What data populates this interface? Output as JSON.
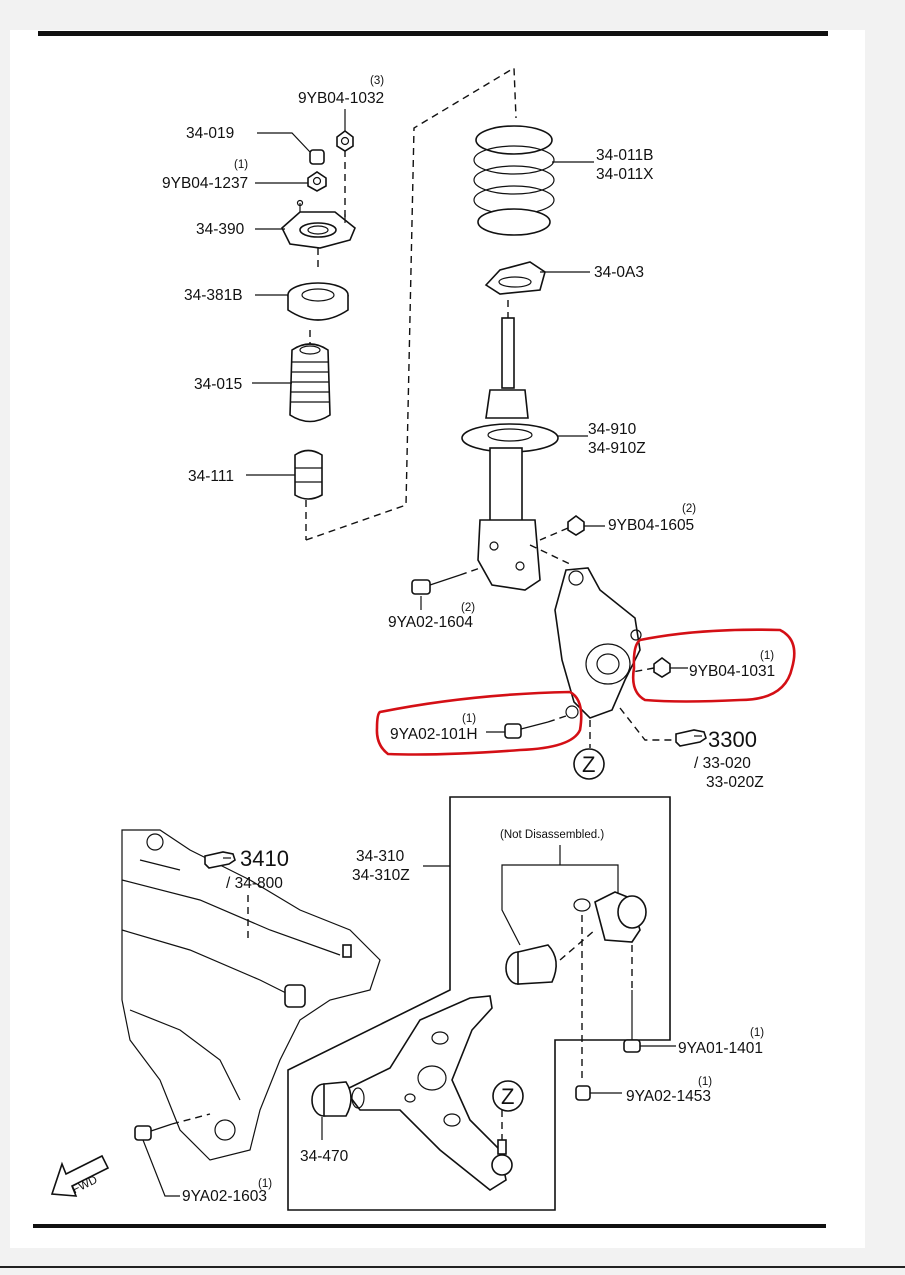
{
  "note": "(Not Disassembled.)",
  "fwd": "FWD",
  "z_marker": "Z",
  "refs": {
    "r3300": {
      "num": "3300",
      "lines": [
        "/ 33-020",
        "33-020Z"
      ]
    },
    "r3410": {
      "num": "3410",
      "lines": [
        "/ 34-800"
      ]
    }
  },
  "parts": {
    "p_9yb04_1032": {
      "label": "9YB04-1032",
      "qty": "(3)"
    },
    "p_34_019": {
      "label": "34-019"
    },
    "p_9yb04_1237": {
      "label": "9YB04-1237",
      "qty": "(1)"
    },
    "p_34_390": {
      "label": "34-390"
    },
    "p_34_381b": {
      "label": "34-381B"
    },
    "p_34_015": {
      "label": "34-015"
    },
    "p_34_111": {
      "label": "34-111"
    },
    "p_34_011": {
      "lines": [
        "34-011B",
        "34-011X"
      ]
    },
    "p_34_0a3": {
      "label": "34-0A3"
    },
    "p_34_910": {
      "lines": [
        "34-910",
        "34-910Z"
      ]
    },
    "p_9yb04_1605": {
      "label": "9YB04-1605",
      "qty": "(2)"
    },
    "p_9ya02_1604": {
      "label": "9YA02-1604",
      "qty": "(2)"
    },
    "p_9yb04_1031": {
      "label": "9YB04-1031",
      "qty": "(1)",
      "highlighted": true
    },
    "p_9ya02_101h": {
      "label": "9YA02-101H",
      "qty": "(1)",
      "highlighted": true
    },
    "p_34_310": {
      "lines": [
        "34-310",
        "34-310Z"
      ]
    },
    "p_9ya01_1401": {
      "label": "9YA01-1401",
      "qty": "(1)"
    },
    "p_9ya02_1453": {
      "label": "9YA02-1453",
      "qty": "(1)"
    },
    "p_34_470": {
      "label": "34-470"
    },
    "p_9ya02_1603": {
      "label": "9YA02-1603",
      "qty": "(1)"
    }
  },
  "colors": {
    "highlight": "#d40f15",
    "ink": "#111111",
    "background": "#ffffff"
  },
  "icons": [
    "hand-pointer-icon",
    "fwd-arrow-icon",
    "z-circle-icon"
  ]
}
